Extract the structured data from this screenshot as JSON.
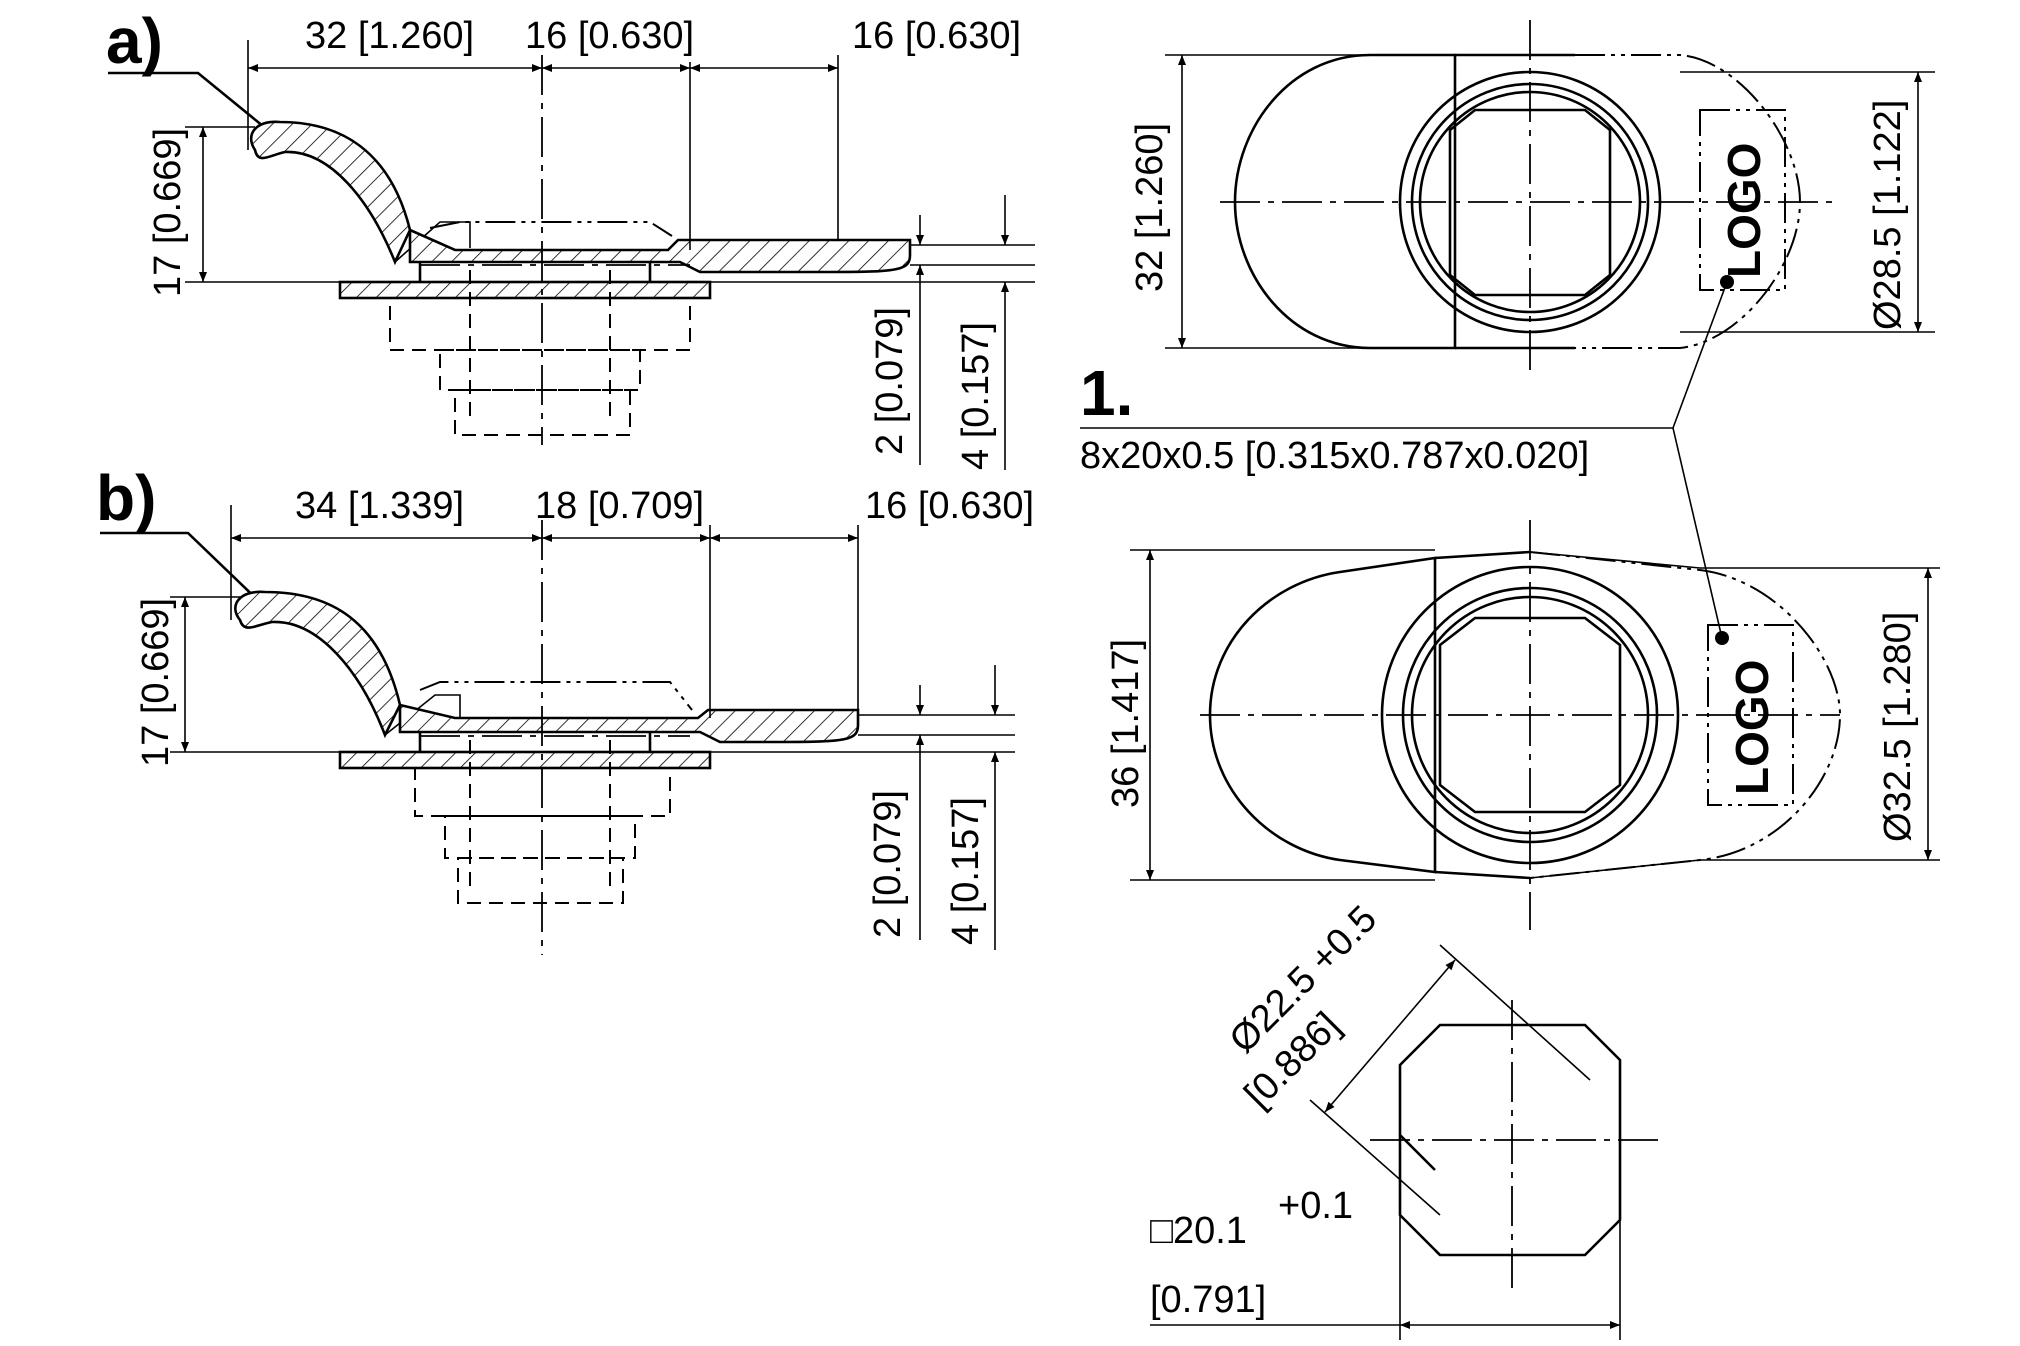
{
  "labels": {
    "view_a": "a)",
    "view_b": "b)",
    "item_1": "1.",
    "logo": "LOGO",
    "logo_plate": "8x20x0.5 [0.315x0.787x0.020]"
  },
  "dims_a": {
    "left_len": "32 [1.260]",
    "mid_len": "16 [0.630]",
    "right_len": "16 [0.630]",
    "height": "17 [0.669]",
    "thk": "2 [0.079]",
    "stack": "4 [0.157]"
  },
  "dims_b": {
    "left_len": "34 [1.339]",
    "mid_len": "18 [0.709]",
    "right_len": "16 [0.630]",
    "height": "17 [0.669]",
    "thk": "2 [0.079]",
    "stack": "4 [0.157]"
  },
  "dims_top": {
    "width": "32 [1.260]",
    "dia": "Ø28.5 [1.122]"
  },
  "dims_bottom": {
    "width": "36 [1.417]",
    "dia": "Ø32.5 [1.280]"
  },
  "dims_cutout": {
    "dia": "Ø22.5 +0.5",
    "dia_in": "[0.886]",
    "sq": "□20.1",
    "sq_tol": "+0.1",
    "sq_in": "[0.791]"
  }
}
